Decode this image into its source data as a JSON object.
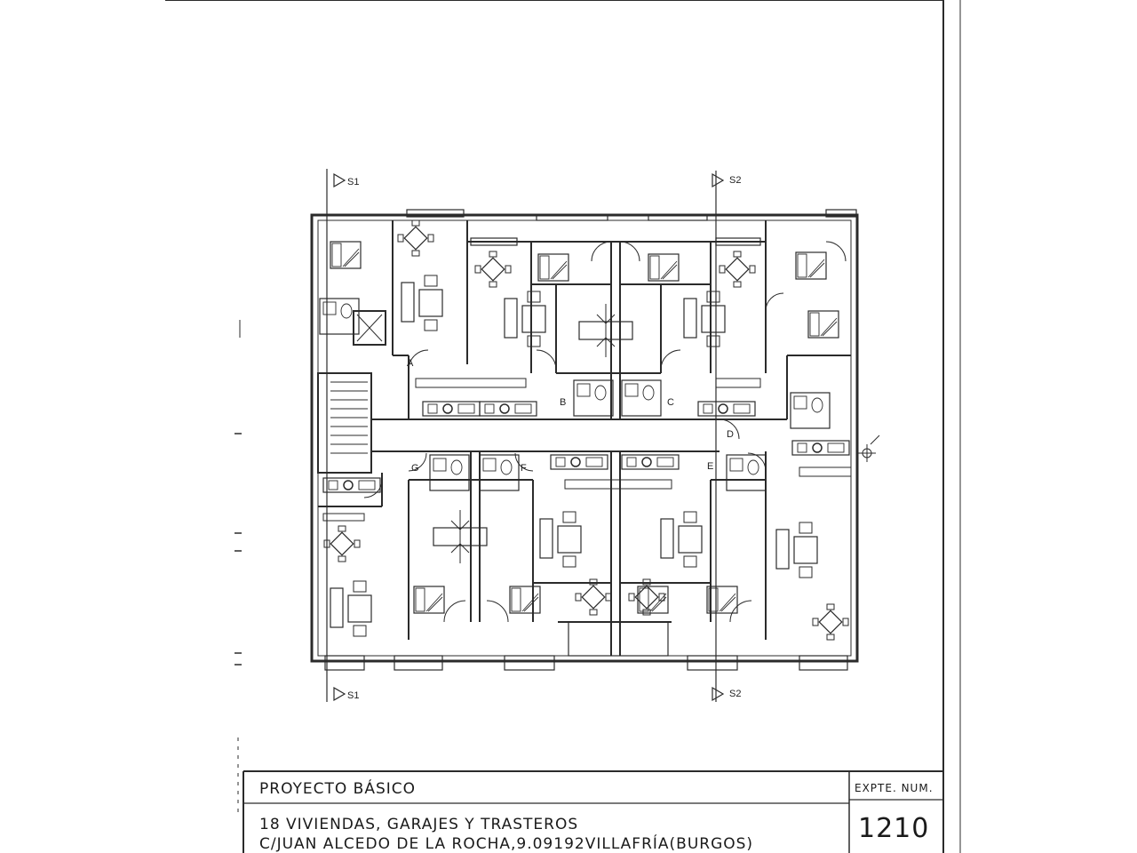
{
  "sections": {
    "top_left": "S1",
    "top_right": "S2",
    "bottom_left": "S1",
    "bottom_right": "S2"
  },
  "door_labels": [
    "A",
    "B",
    "C",
    "D",
    "E",
    "F",
    "G"
  ],
  "title_block": {
    "project_type": "PROYECTO BÁSICO",
    "expediente_label": "EXPTE. NUM.",
    "expediente_number": "1210",
    "description_line1": "18 VIVIENDAS, GARAJES Y TRASTEROS",
    "description_line2": "C/JUAN ALCEDO DE LA ROCHA,9.09192VILLAFRÍA(BURGOS)"
  },
  "colors": {
    "line": "#2b2b2b",
    "paper": "#ffffff"
  }
}
